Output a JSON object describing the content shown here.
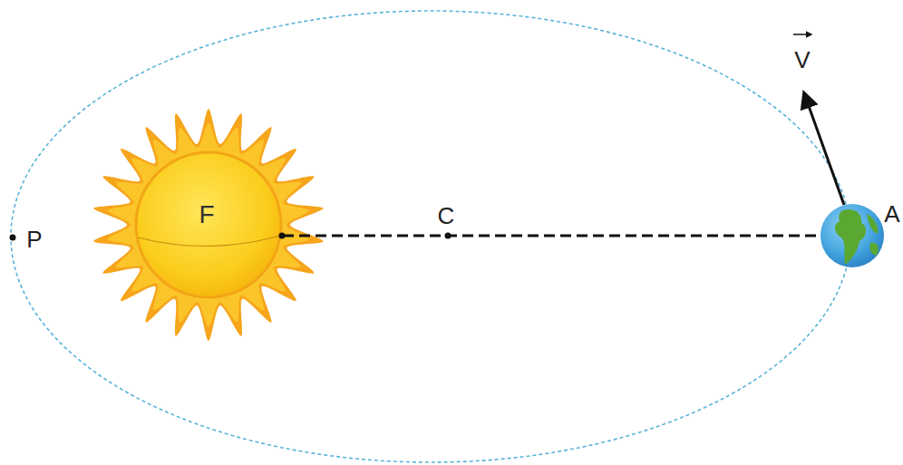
{
  "diagram": {
    "nodes": [
      {
        "text": [
          "F"
        ]
      }
    ],
    "labels": [
      "P",
      "C",
      "A",
      "V"
    ]
  }
}
